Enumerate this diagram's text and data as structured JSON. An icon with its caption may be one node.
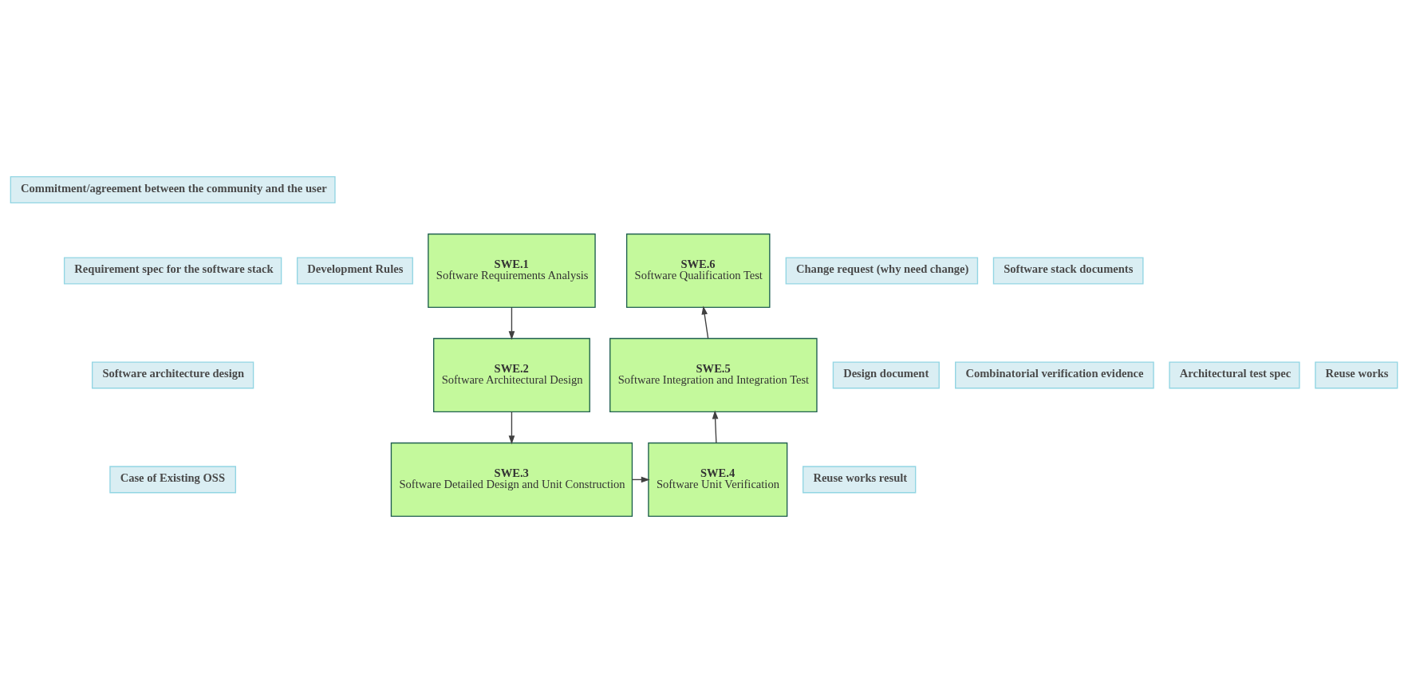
{
  "diagram": {
    "nodes": [
      {
        "text": [
          "Commitment/agreement between the community and the user"
        ]
      },
      {
        "text": [
          "Requirement spec for the software stack"
        ]
      },
      {
        "text": [
          "Development Rules"
        ]
      },
      {
        "text": [
          "SWE.1",
          "Software Requirements Analysis"
        ]
      },
      {
        "text": [
          "Change request (why need change)"
        ]
      },
      {
        "text": [
          "Software stack documents"
        ]
      },
      {
        "text": [
          "SWE.6",
          "Software Qualification Test"
        ]
      },
      {
        "text": [
          "Software architecture design"
        ]
      },
      {
        "text": [
          "Design document"
        ]
      },
      {
        "text": [
          "Combinatorial verification evidence"
        ]
      },
      {
        "text": [
          "SWE.2",
          "Software Architectural Design"
        ]
      },
      {
        "text": [
          "Architectural test spec"
        ]
      },
      {
        "text": [
          "Reuse works"
        ]
      },
      {
        "text": [
          "SWE.5",
          "Software Integration and Integration Test"
        ]
      },
      {
        "text": [
          "Case of Existing OSS"
        ]
      },
      {
        "text": [
          "Reuse works result"
        ]
      },
      {
        "text": [
          "SWE.3",
          "Software Detailed Design and Unit Construction"
        ]
      },
      {
        "text": [
          "SWE.4",
          "Software Unit Verification"
        ]
      }
    ],
    "edges": [
      {
        "from": 3,
        "to": 10,
        "arrow": "to"
      },
      {
        "from": 10,
        "to": 16,
        "arrow": "to"
      },
      {
        "from": 16,
        "to": 17,
        "arrow": "to"
      },
      {
        "from": 17,
        "to": 13,
        "arrow": "to"
      },
      {
        "from": 13,
        "to": 6,
        "arrow": "to"
      }
    ]
  }
}
